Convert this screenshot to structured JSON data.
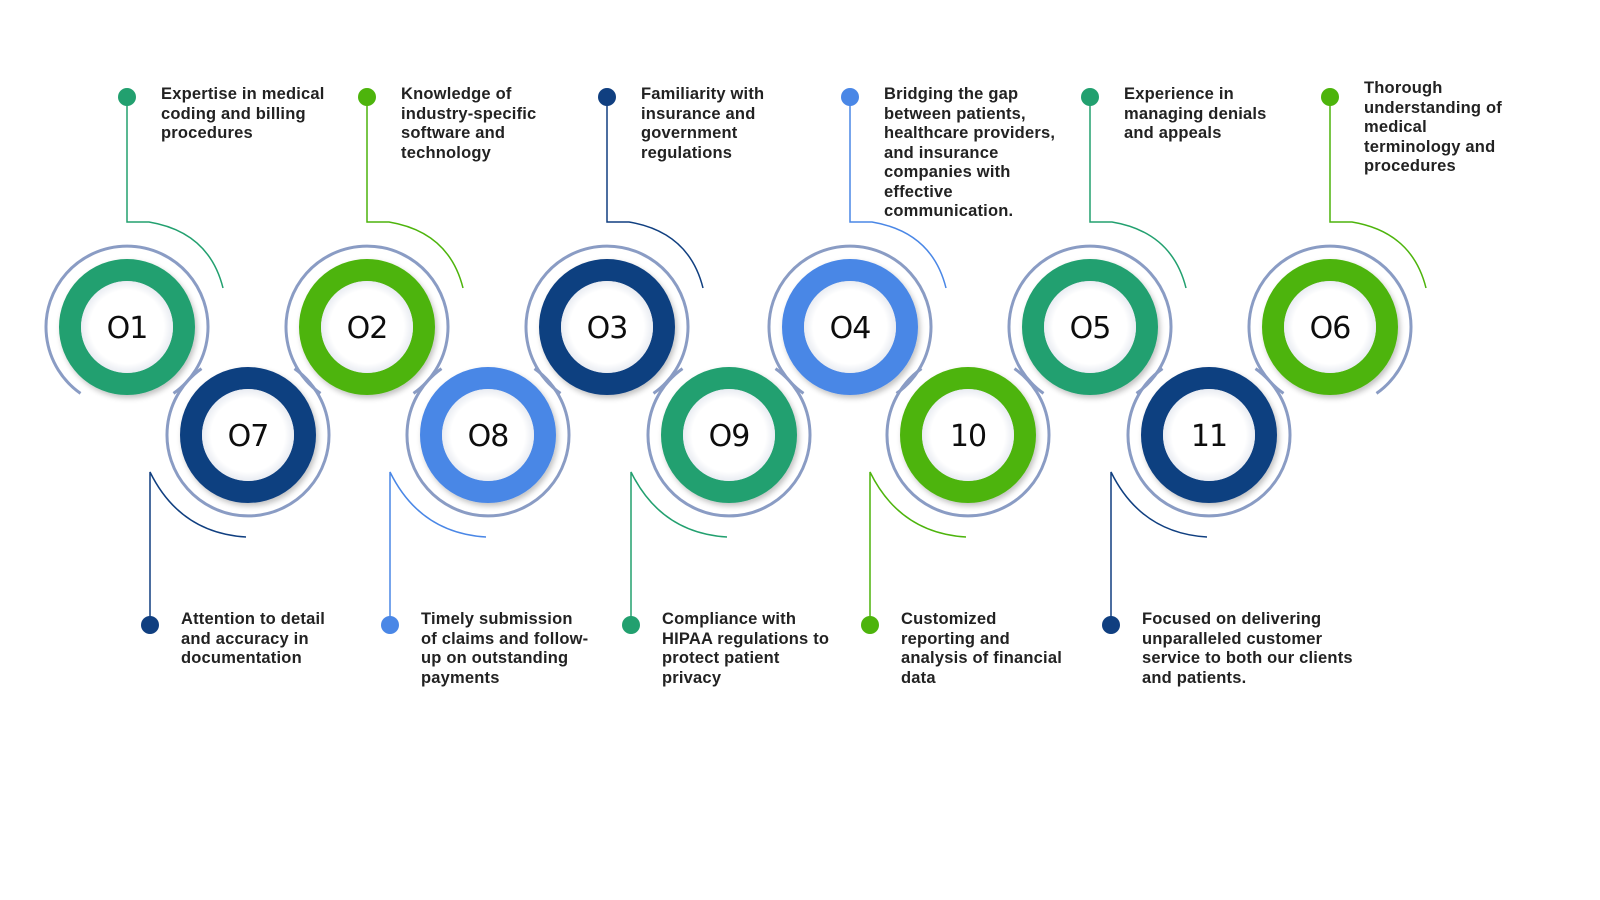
{
  "title": "Medical billing expertise steps",
  "colors": {
    "teal": "#22a06f",
    "green": "#4db40c",
    "navy": "#103f80",
    "blue": "#4a87e6",
    "outline": "#8a9cc4",
    "text": "#222222"
  },
  "steps": [
    {
      "number": "O1",
      "text": "Expertise in medical\ncoding and billing\nprocedures",
      "color": "teal",
      "row": "top"
    },
    {
      "number": "O2",
      "text": "Knowledge of\nindustry-specific\nsoftware and\ntechnology",
      "color": "green",
      "row": "top"
    },
    {
      "number": "O3",
      "text": "Familiarity with\ninsurance and\ngovernment\nregulations",
      "color": "navy",
      "row": "top"
    },
    {
      "number": "O4",
      "text": "Bridging the gap\nbetween patients,\nhealthcare providers,\nand insurance\ncompanies with\neffective\ncommunication.",
      "color": "blue",
      "row": "top"
    },
    {
      "number": "O5",
      "text": "Experience in\nmanaging denials\nand appeals",
      "color": "teal",
      "row": "top"
    },
    {
      "number": "O6",
      "text": "Thorough\nunderstanding of\nmedical\nterminology and\nprocedures",
      "color": "green",
      "row": "top"
    },
    {
      "number": "O7",
      "text": "Attention to detail\nand accuracy in\ndocumentation",
      "color": "navy",
      "row": "bottom"
    },
    {
      "number": "O8",
      "text": "Timely submission\nof claims and follow-\nup on outstanding\npayments",
      "color": "blue",
      "row": "bottom"
    },
    {
      "number": "O9",
      "text": "Compliance with\nHIPAA regulations to\nprotect patient\nprivacy",
      "color": "teal",
      "row": "bottom"
    },
    {
      "number": "10",
      "text": "Customized\nreporting and\nanalysis of financial\ndata",
      "color": "green",
      "row": "bottom"
    },
    {
      "number": "11",
      "text": "Focused on delivering\nunparalleled customer\nservice to both our clients\nand patients.",
      "color": "navy",
      "row": "bottom"
    }
  ]
}
